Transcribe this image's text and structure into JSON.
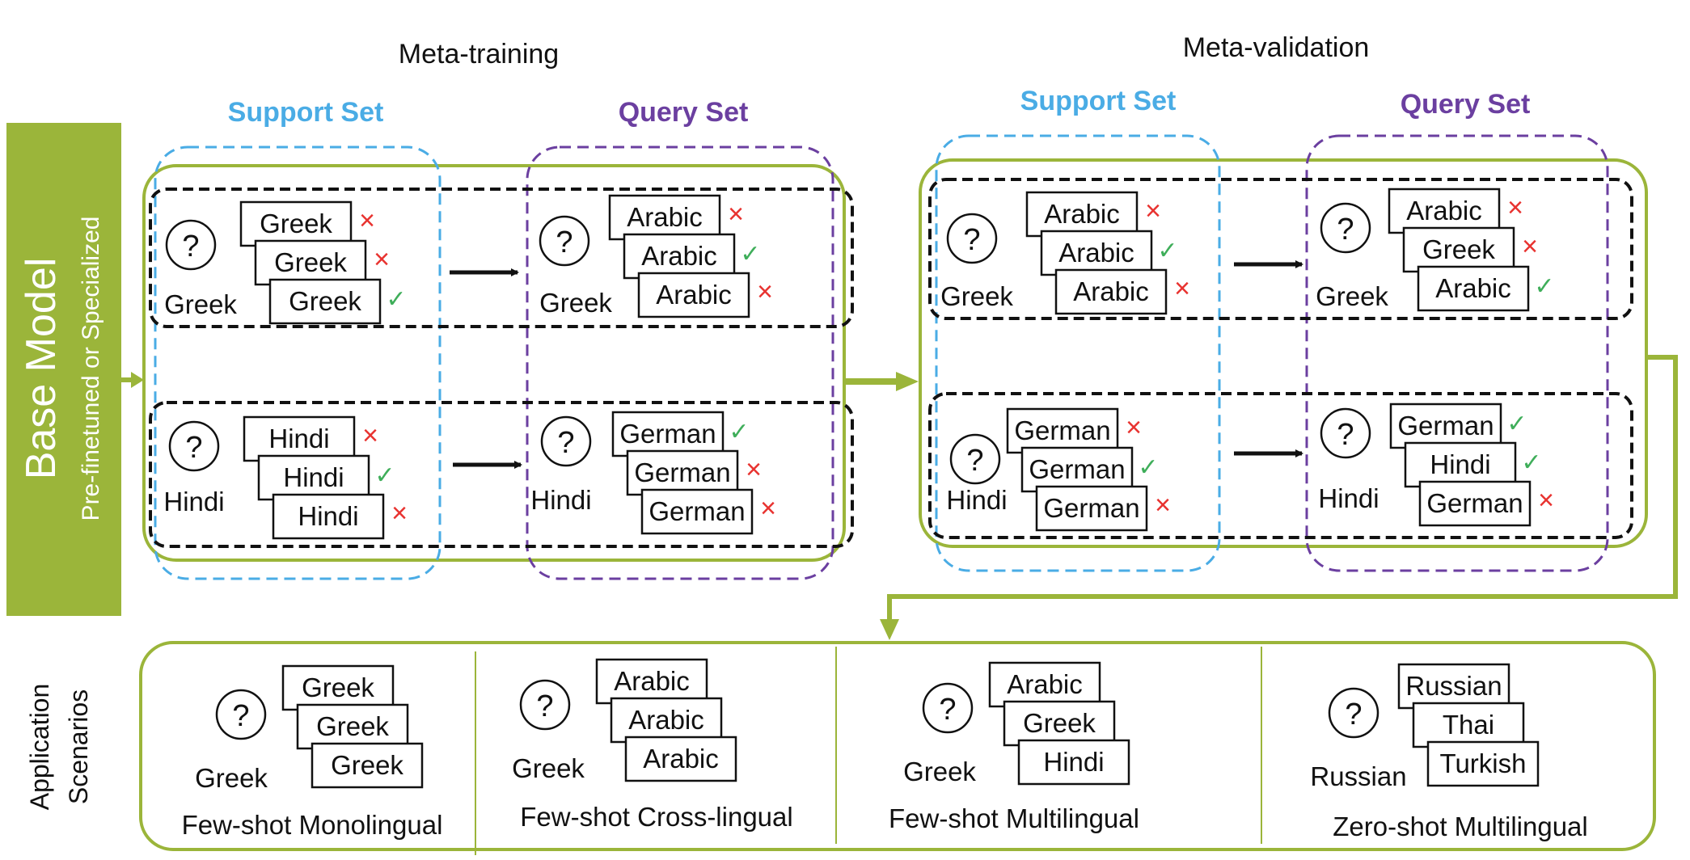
{
  "colors": {
    "green": "#9bb53a",
    "blue": "#4aace5",
    "purple": "#6b3fa0",
    "red": "#e8322f",
    "check": "#3fae5a",
    "black": "#111111"
  },
  "base_model": {
    "title": "Base Model",
    "subtitle": "Pre-finetuned or Specialized"
  },
  "sections": {
    "meta_training": "Meta-training",
    "meta_validation": "Meta-validation",
    "application": [
      "Application",
      "Scenarios"
    ]
  },
  "set_labels": {
    "support": "Support Set",
    "query": "Query Set"
  },
  "icons": {
    "question": "?",
    "cross": "×",
    "check": "✓"
  },
  "meta_training": {
    "rows": [
      {
        "support": {
          "query_lang": "Greek",
          "cards": [
            {
              "label": "Greek",
              "mark": "cross"
            },
            {
              "label": "Greek",
              "mark": "cross"
            },
            {
              "label": "Greek",
              "mark": "check"
            }
          ]
        },
        "query": {
          "query_lang": "Greek",
          "cards": [
            {
              "label": "Arabic",
              "mark": "cross"
            },
            {
              "label": "Arabic",
              "mark": "check"
            },
            {
              "label": "Arabic",
              "mark": "cross"
            }
          ]
        }
      },
      {
        "support": {
          "query_lang": "Hindi",
          "cards": [
            {
              "label": "Hindi",
              "mark": "cross"
            },
            {
              "label": "Hindi",
              "mark": "check"
            },
            {
              "label": "Hindi",
              "mark": "cross"
            }
          ]
        },
        "query": {
          "query_lang": "Hindi",
          "cards": [
            {
              "label": "German",
              "mark": "check"
            },
            {
              "label": "German",
              "mark": "cross"
            },
            {
              "label": "German",
              "mark": "cross"
            }
          ]
        }
      }
    ]
  },
  "meta_validation": {
    "rows": [
      {
        "support": {
          "query_lang": "Greek",
          "cards": [
            {
              "label": "Arabic",
              "mark": "cross"
            },
            {
              "label": "Arabic",
              "mark": "check"
            },
            {
              "label": "Arabic",
              "mark": "cross"
            }
          ]
        },
        "query": {
          "query_lang": "Greek",
          "cards": [
            {
              "label": "Arabic",
              "mark": "cross"
            },
            {
              "label": "Greek",
              "mark": "cross"
            },
            {
              "label": "Arabic",
              "mark": "check"
            }
          ]
        }
      },
      {
        "support": {
          "query_lang": "Hindi",
          "cards": [
            {
              "label": "German",
              "mark": "cross"
            },
            {
              "label": "German",
              "mark": "check"
            },
            {
              "label": "German",
              "mark": "cross"
            }
          ]
        },
        "query": {
          "query_lang": "Hindi",
          "cards": [
            {
              "label": "German",
              "mark": "check"
            },
            {
              "label": "Hindi",
              "mark": "check"
            },
            {
              "label": "German",
              "mark": "cross"
            }
          ]
        }
      }
    ]
  },
  "scenarios": [
    {
      "name": "Few-shot Monolingual",
      "query_lang": "Greek",
      "cards": [
        "Greek",
        "Greek",
        "Greek"
      ]
    },
    {
      "name": "Few-shot Cross-lingual",
      "query_lang": "Greek",
      "cards": [
        "Arabic",
        "Arabic",
        "Arabic"
      ]
    },
    {
      "name": "Few-shot Multilingual",
      "query_lang": "Greek",
      "cards": [
        "Arabic",
        "Greek",
        "Hindi"
      ]
    },
    {
      "name": "Zero-shot Multilingual",
      "query_lang": "Russian",
      "cards": [
        "Russian",
        "Thai",
        "Turkish"
      ]
    }
  ]
}
